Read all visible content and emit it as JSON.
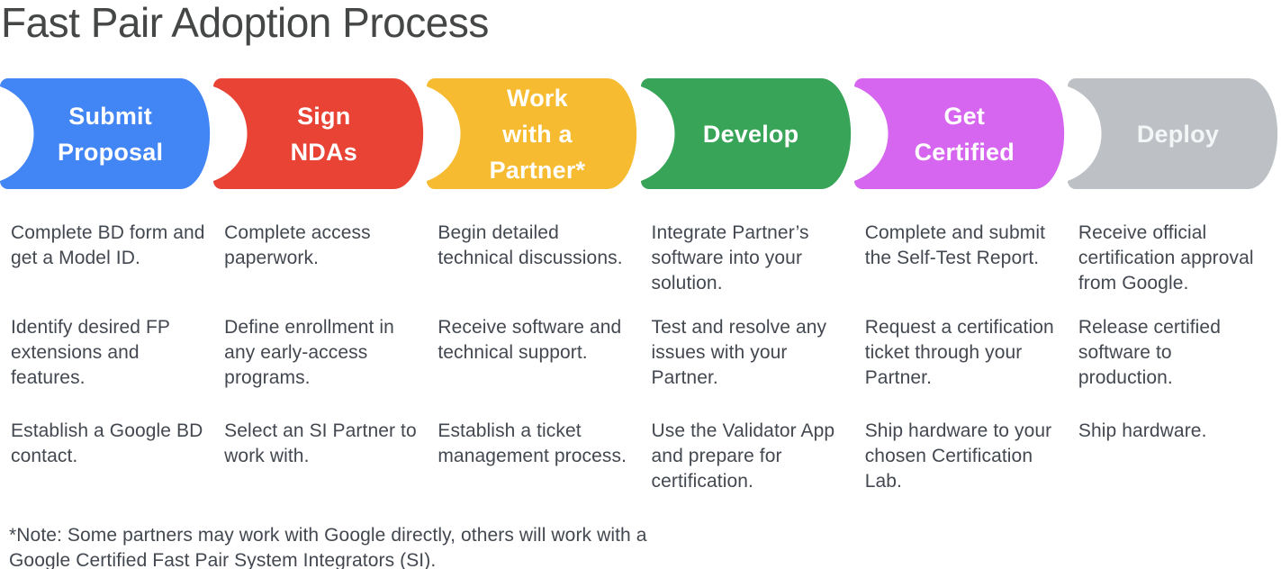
{
  "title": "Fast Pair Adoption Process",
  "note": "*Note: Some partners may work with Google directly, others will work with a\nGoogle Certified Fast Pair System Integrators (SI).",
  "colors": {
    "blue": "#4285F4",
    "red": "#E94335",
    "yellow": "#F6BB30",
    "green": "#37A457",
    "magenta": "#D666EF",
    "gray": "#BDC1C6",
    "title_text": "#454746",
    "body_text": "#434850",
    "stage_label_text": "#FFFFFF"
  },
  "stages": [
    {
      "id": "submit-proposal",
      "label": "Submit\nProposal",
      "color": "#4285F4",
      "items": [
        "Complete BD form and\nget a Model ID.",
        "Identify desired FP\nextensions and\nfeatures.",
        "Establish a Google BD\ncontact."
      ]
    },
    {
      "id": "sign-ndas",
      "label": "Sign\nNDAs",
      "color": "#E94335",
      "items": [
        "Complete access\npaperwork.",
        "Define enrollment in\nany early-access\nprograms.",
        "Select an SI Partner to\nwork with."
      ]
    },
    {
      "id": "work-with-a-partner",
      "label": "Work\nwith a\nPartner*",
      "color": "#F6BB30",
      "items": [
        "Begin detailed\ntechnical discussions.",
        "Receive software and\ntechnical support.",
        "Establish a ticket\nmanagement process."
      ]
    },
    {
      "id": "develop",
      "label": "Develop",
      "color": "#37A457",
      "items": [
        "Integrate Partner’s\nsoftware into your\nsolution.",
        "Test and resolve any\nissues with your\nPartner.",
        "Use the Validator App\nand prepare for\ncertification."
      ]
    },
    {
      "id": "get-certified",
      "label": "Get\nCertified",
      "color": "#D666EF",
      "items": [
        "Complete and submit\nthe Self-Test Report.",
        "Request a certification\nticket through your\nPartner.",
        "Ship hardware to your\nchosen Certification\nLab."
      ]
    },
    {
      "id": "deploy",
      "label": "Deploy",
      "color": "#BDC1C6",
      "items": [
        "Receive official\ncertification approval\nfrom Google.",
        "Release certified\nsoftware to\nproduction.",
        "Ship hardware."
      ]
    }
  ]
}
